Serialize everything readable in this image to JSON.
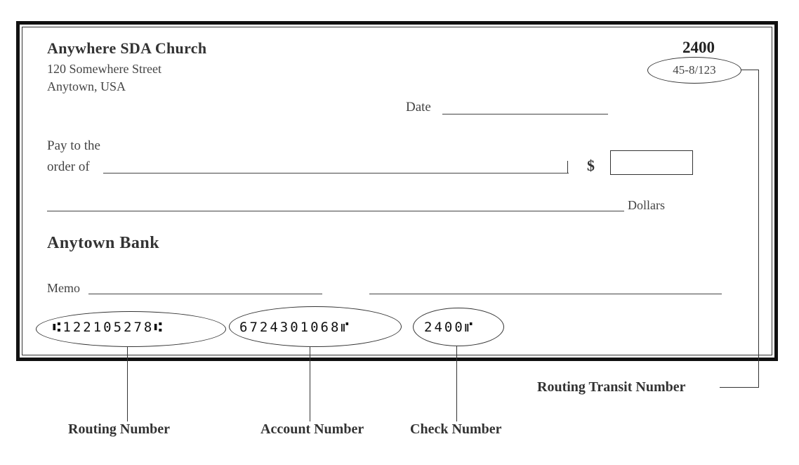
{
  "check": {
    "payer_name": "Anywhere SDA Church",
    "address_line1": "120 Somewhere Street",
    "address_line2": "Anytown, USA",
    "check_number": "2400",
    "routing_transit": "45-8/123",
    "date_label": "Date",
    "pay_line1": "Pay to the",
    "pay_line2": "order of",
    "currency_symbol": "$",
    "dollars_label": "Dollars",
    "bank_name": "Anytown Bank",
    "memo_label": "Memo",
    "micr_routing": "⑆122105278⑆",
    "micr_account": "6724301068⑈",
    "micr_check": "2400⑈"
  },
  "annotations": {
    "routing_transit_number": "Routing Transit Number",
    "routing_number": "Routing Number",
    "account_number": "Account Number",
    "check_number": "Check Number"
  }
}
